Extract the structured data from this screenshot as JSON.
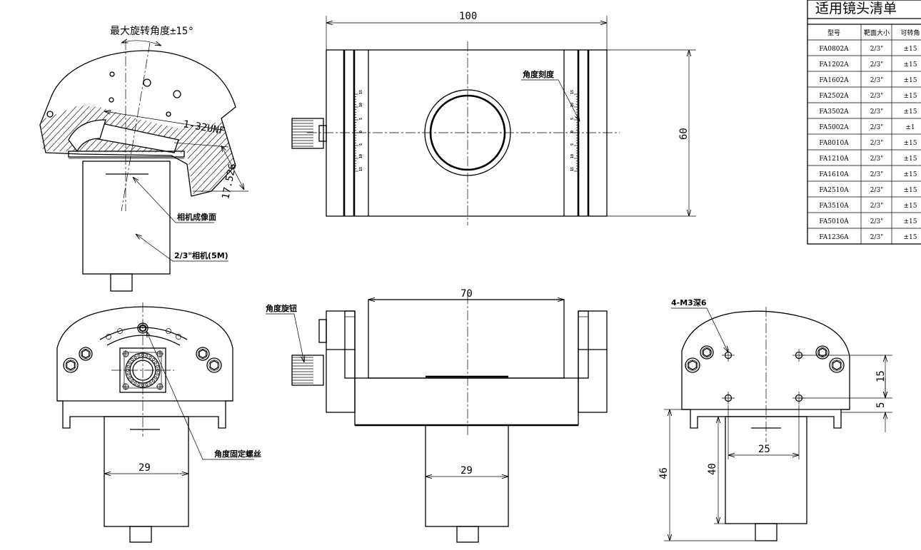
{
  "table": {
    "title": "适用镜头清单",
    "headers": [
      "型号",
      "靶面大小",
      "可转角"
    ],
    "rows": [
      [
        "FA0802A",
        "2/3\"",
        "±15"
      ],
      [
        "FA1202A",
        "2/3\"",
        "±15"
      ],
      [
        "FA1602A",
        "2/3\"",
        "±15"
      ],
      [
        "FA2502A",
        "2/3\"",
        "±15"
      ],
      [
        "FA3502A",
        "2/3\"",
        "±15"
      ],
      [
        "FA5002A",
        "2/3\"",
        "±1"
      ],
      [
        "FA8010A",
        "2/3\"",
        "±15"
      ],
      [
        "FA1210A",
        "2/3\"",
        "±15"
      ],
      [
        "FA1610A",
        "2/3\"",
        "±15"
      ],
      [
        "FA2510A",
        "2/3\"",
        "±15"
      ],
      [
        "FA3510A",
        "2/3\"",
        "±15"
      ],
      [
        "FA5010A",
        "2/3\"",
        "±15"
      ],
      [
        "FA1236A",
        "2/3\"",
        "±15"
      ]
    ]
  },
  "annotations": {
    "max_rotation": "最大旋转角度±15°",
    "thread": "1-32UNF",
    "flange_dim": "17.526",
    "sensor_plane": "相机成像面",
    "camera": "2/3\"相机(5M)",
    "angle_scale": "角度刻度",
    "angle_knob": "角度旋钮",
    "angle_lock_screw": "角度固定螺丝",
    "tapped_holes": "4-M3深6"
  },
  "dimensions": {
    "top_width": "100",
    "top_height": "60",
    "front_width": "70",
    "front_camera_width": "29",
    "left_camera_width": "29",
    "right_hole_spacing": "25",
    "right_v15": "15",
    "right_v5": "5",
    "right_h40": "40",
    "right_h46": "46"
  },
  "scale_ticks": [
    "15",
    "10",
    "5",
    "0",
    "5",
    "10",
    "15"
  ]
}
